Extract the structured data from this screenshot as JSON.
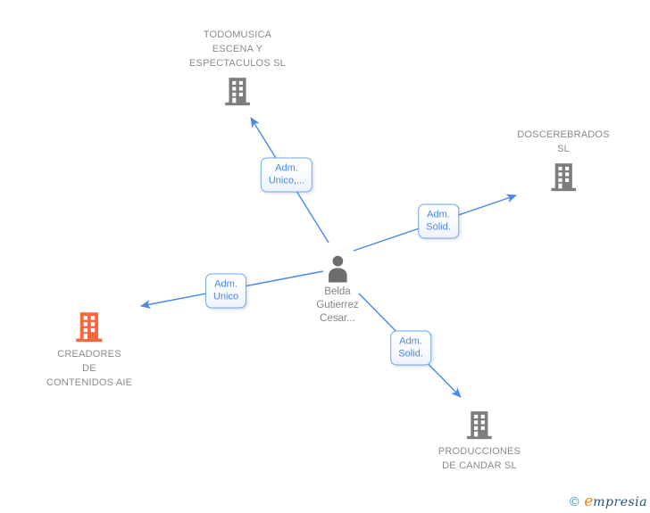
{
  "graph": {
    "type": "corporate-relationship-diagram",
    "person": {
      "id": "belda-gutierrez-cesar",
      "label_lines": [
        "Belda",
        "Gutierrez",
        "Cesar..."
      ]
    },
    "companies": [
      {
        "id": "todomusica",
        "label_lines": [
          "TODOMUSICA",
          "ESCENA Y",
          "ESPECTACULOS SL"
        ],
        "highlighted": false
      },
      {
        "id": "doscerebrados",
        "label_lines": [
          "DOSCEREBRADOS",
          "SL"
        ],
        "highlighted": false
      },
      {
        "id": "creadores",
        "label_lines": [
          "CREADORES",
          "DE",
          "CONTENIDOS AIE"
        ],
        "highlighted": true
      },
      {
        "id": "producciones",
        "label_lines": [
          "PRODUCCIONES",
          "DE CANDAR SL"
        ],
        "highlighted": false
      }
    ],
    "edges": [
      {
        "from": "Belda Gutierrez Cesar...",
        "to": "TODOMUSICA ESCENA Y ESPECTACULOS SL",
        "label_lines": [
          "Adm.",
          "Unico,..."
        ]
      },
      {
        "from": "Belda Gutierrez Cesar...",
        "to": "DOSCEREBRADOS SL",
        "label_lines": [
          "Adm.",
          "Solid."
        ]
      },
      {
        "from": "Belda Gutierrez Cesar...",
        "to": "CREADORES DE CONTENIDOS AIE",
        "label_lines": [
          "Adm.",
          "Unico"
        ]
      },
      {
        "from": "Belda Gutierrez Cesar...",
        "to": "PRODUCCIONES DE CANDAR SL",
        "label_lines": [
          "Adm.",
          "Solid."
        ]
      }
    ]
  },
  "colors": {
    "edge_blue": "#4a87e8",
    "edge_label_text": "#4a87e8",
    "edge_label_border": "#74a6e3",
    "company_text_gray": "#8b8b8b",
    "building_icon_gray": "#7d7d7d",
    "person_icon_gray": "#6e6e6e",
    "highlight_orange": "#f8673d",
    "watermark_copyright_blue": "#2f9fc7",
    "watermark_e_orange": "#f0861c",
    "watermark_text_blue": "#1f567c"
  },
  "watermark": {
    "copyright": "©",
    "brand_initial": "e",
    "brand_rest": "mpresia"
  }
}
